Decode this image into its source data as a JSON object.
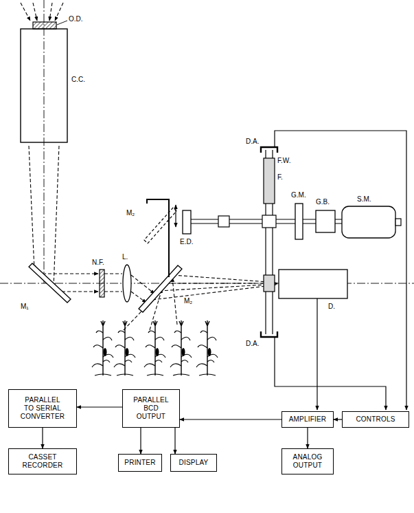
{
  "diagram": {
    "nodes": [
      {
        "text": [
          "PARALLEL TO SERIAL CONVERTER"
        ]
      },
      {
        "text": [
          "PARALLEL BCD OUTPUT"
        ]
      },
      {
        "text": [
          "AMPLIFIER"
        ]
      },
      {
        "text": [
          "CONTROLS"
        ]
      },
      {
        "text": [
          "CASSET RECORDER"
        ]
      },
      {
        "text": [
          "PRINTER"
        ]
      },
      {
        "text": [
          "DISPLAY"
        ]
      },
      {
        "text": [
          "ANALOG OUTPUT"
        ]
      }
    ],
    "edges": [
      {
        "from": 1,
        "to": 0,
        "arrow": "to"
      },
      {
        "from": 0,
        "to": 4,
        "arrow": "to"
      },
      {
        "from": 1,
        "to": 5,
        "arrow": "to"
      },
      {
        "from": 1,
        "to": 6,
        "arrow": "to"
      },
      {
        "from": 2,
        "to": 1,
        "arrow": "to"
      },
      {
        "from": 3,
        "to": 2,
        "arrow": "to"
      },
      {
        "from": 2,
        "to": 7,
        "arrow": "to"
      }
    ],
    "labels": [
      "O.D.",
      "C.C.",
      "M₁",
      "N.F.",
      "L.",
      "M₂",
      "M₂",
      "E.D.",
      "D.A.",
      "F.W.",
      "F.",
      "G.M.",
      "G.B.",
      "S.M.",
      "D.",
      "D.A."
    ]
  }
}
